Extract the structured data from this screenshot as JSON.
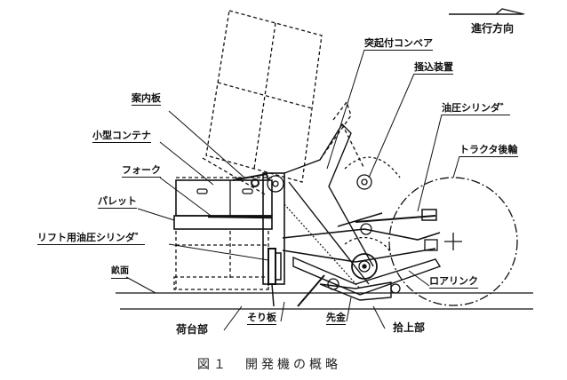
{
  "direction": {
    "label": "進行方向"
  },
  "labels": {
    "conveyor": "突起付コンベア",
    "rake": "掻込装置",
    "hydraulic_cylinder": "油圧シリンダ゛",
    "tractor_wheel": "トラクタ後輪",
    "guide_plate": "案内板",
    "small_container": "小型コンテナ",
    "fork": "フォーク",
    "pallet": "パレット",
    "lift_cylinder": "リフト用油圧シリンダ゛",
    "ridge_surface": "畝面",
    "lower_link": "ロアリンク",
    "loading_bed": "荷台部",
    "sled_plate": "そり板",
    "tip_blade": "先金",
    "pickup": "拾上部"
  },
  "caption": "図１　開発機の概略"
}
